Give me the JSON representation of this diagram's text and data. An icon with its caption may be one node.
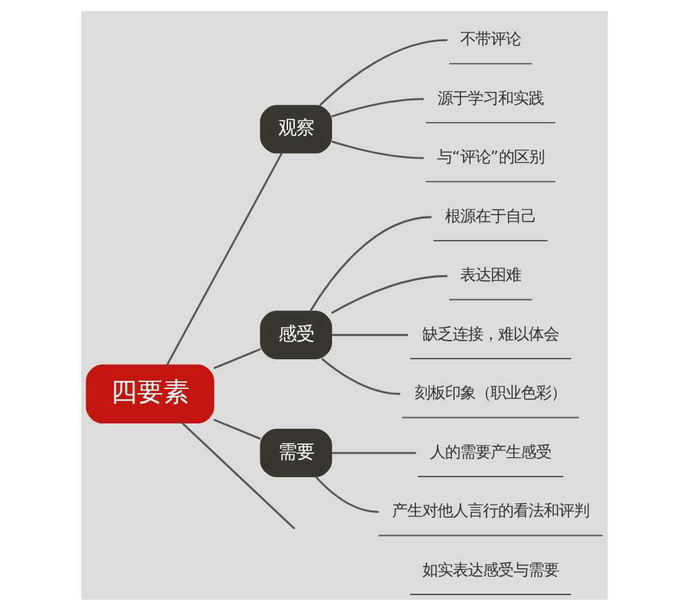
{
  "diagram": {
    "nodes": [
      {
        "text": [
          "四要素"
        ]
      },
      {
        "text": [
          "观察"
        ]
      },
      {
        "text": [
          "不带评论"
        ]
      },
      {
        "text": [
          "源于学习和实践"
        ]
      },
      {
        "text": [
          "与“评论”的区别"
        ]
      },
      {
        "text": [
          "感受"
        ]
      },
      {
        "text": [
          "根源在于自己"
        ]
      },
      {
        "text": [
          "表达困难"
        ]
      },
      {
        "text": [
          "缺乏连接，难以体会"
        ]
      },
      {
        "text": [
          "刻板印象（职业色彩）"
        ]
      },
      {
        "text": [
          "需要"
        ]
      },
      {
        "text": [
          "人的需要产生感受"
        ]
      },
      {
        "text": [
          "产生对他人言行的看法和评判"
        ]
      },
      {
        "text": [
          "如实表达感受与需要"
        ]
      }
    ],
    "edges": [
      {
        "from": 0,
        "to": 1,
        "arrow": "none"
      },
      {
        "from": 1,
        "to": 2,
        "arrow": "none"
      },
      {
        "from": 1,
        "to": 3,
        "arrow": "none"
      },
      {
        "from": 1,
        "to": 4,
        "arrow": "none"
      },
      {
        "from": 0,
        "to": 5,
        "arrow": "none"
      },
      {
        "from": 5,
        "to": 6,
        "arrow": "none"
      },
      {
        "from": 5,
        "to": 7,
        "arrow": "none"
      },
      {
        "from": 5,
        "to": 8,
        "arrow": "none"
      },
      {
        "from": 5,
        "to": 9,
        "arrow": "none"
      },
      {
        "from": 0,
        "to": 10,
        "arrow": "none"
      },
      {
        "from": 10,
        "to": 11,
        "arrow": "none"
      },
      {
        "from": 10,
        "to": 12,
        "arrow": "none"
      },
      {
        "from": 0,
        "to": null,
        "arrow": "none"
      }
    ]
  }
}
